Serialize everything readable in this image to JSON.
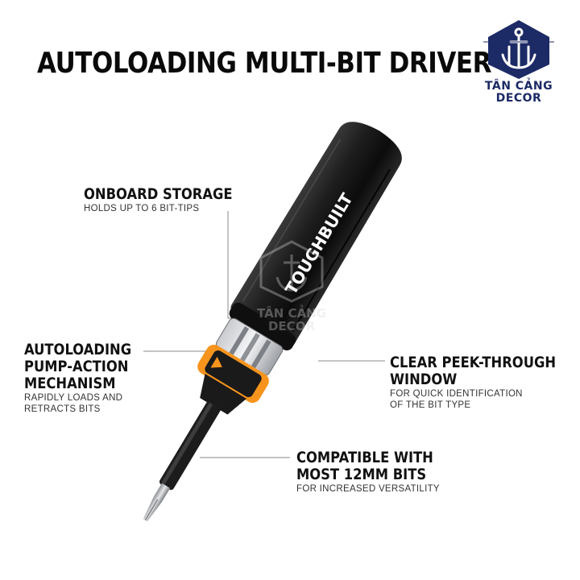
{
  "title": "AUTOLOADING MULTI-BIT DRIVER",
  "brand_on_handle": "TOUGHBUILT",
  "logo": {
    "line1": "TÂN CẢNG",
    "line2": "DECOR"
  },
  "watermark": {
    "line1": "TÂN CẢNG",
    "line2": "DECOR"
  },
  "callouts": {
    "storage": {
      "heading": "ONBOARD STORAGE",
      "sub": "HOLDS UP TO 6 BIT-TIPS"
    },
    "autoload": {
      "heading_lines": [
        "AUTOLOADING",
        "PUMP-ACTION",
        "MECHANISM"
      ],
      "sub_lines": [
        "RAPIDLY LOADS AND",
        "RETRACTS BITS"
      ]
    },
    "window": {
      "heading_lines": [
        "CLEAR PEEK-THROUGH",
        "WINDOW"
      ],
      "sub_lines": [
        "FOR QUICK IDENTIFICATION",
        "OF THE BIT TYPE"
      ]
    },
    "bits": {
      "heading_lines": [
        "COMPATIBLE WITH",
        "MOST 12MM BITS"
      ],
      "sub": "FOR INCREASED VERSATILITY"
    }
  },
  "colors": {
    "accent": "#f7941d",
    "logo_navy": "#1c2a66",
    "handle": "#1a1a1a"
  }
}
